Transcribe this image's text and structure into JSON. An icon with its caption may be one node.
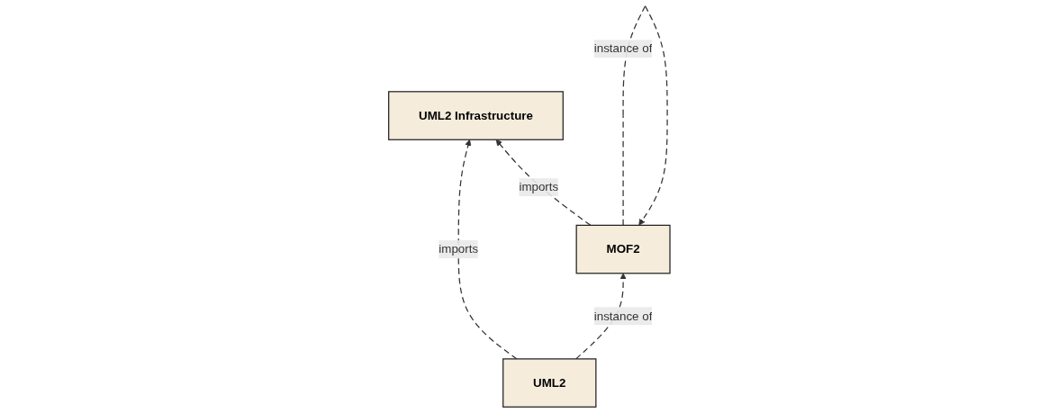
{
  "diagram": {
    "nodes": [
      {
        "text": [
          "UML2 Infrastructure"
        ]
      },
      {
        "text": [
          "MOF2"
        ]
      },
      {
        "text": [
          "UML2"
        ]
      }
    ],
    "edges": [
      {
        "from": 1,
        "to": 0,
        "arrow": "to",
        "style": "dashed",
        "label": "imports"
      },
      {
        "from": 2,
        "to": 0,
        "arrow": "to",
        "style": "dashed",
        "label": "imports"
      },
      {
        "from": 1,
        "to": 1,
        "arrow": "to",
        "style": "dashed",
        "label": "instance of"
      },
      {
        "from": 2,
        "to": 1,
        "arrow": "to",
        "style": "dashed",
        "label": "instance of"
      }
    ]
  }
}
